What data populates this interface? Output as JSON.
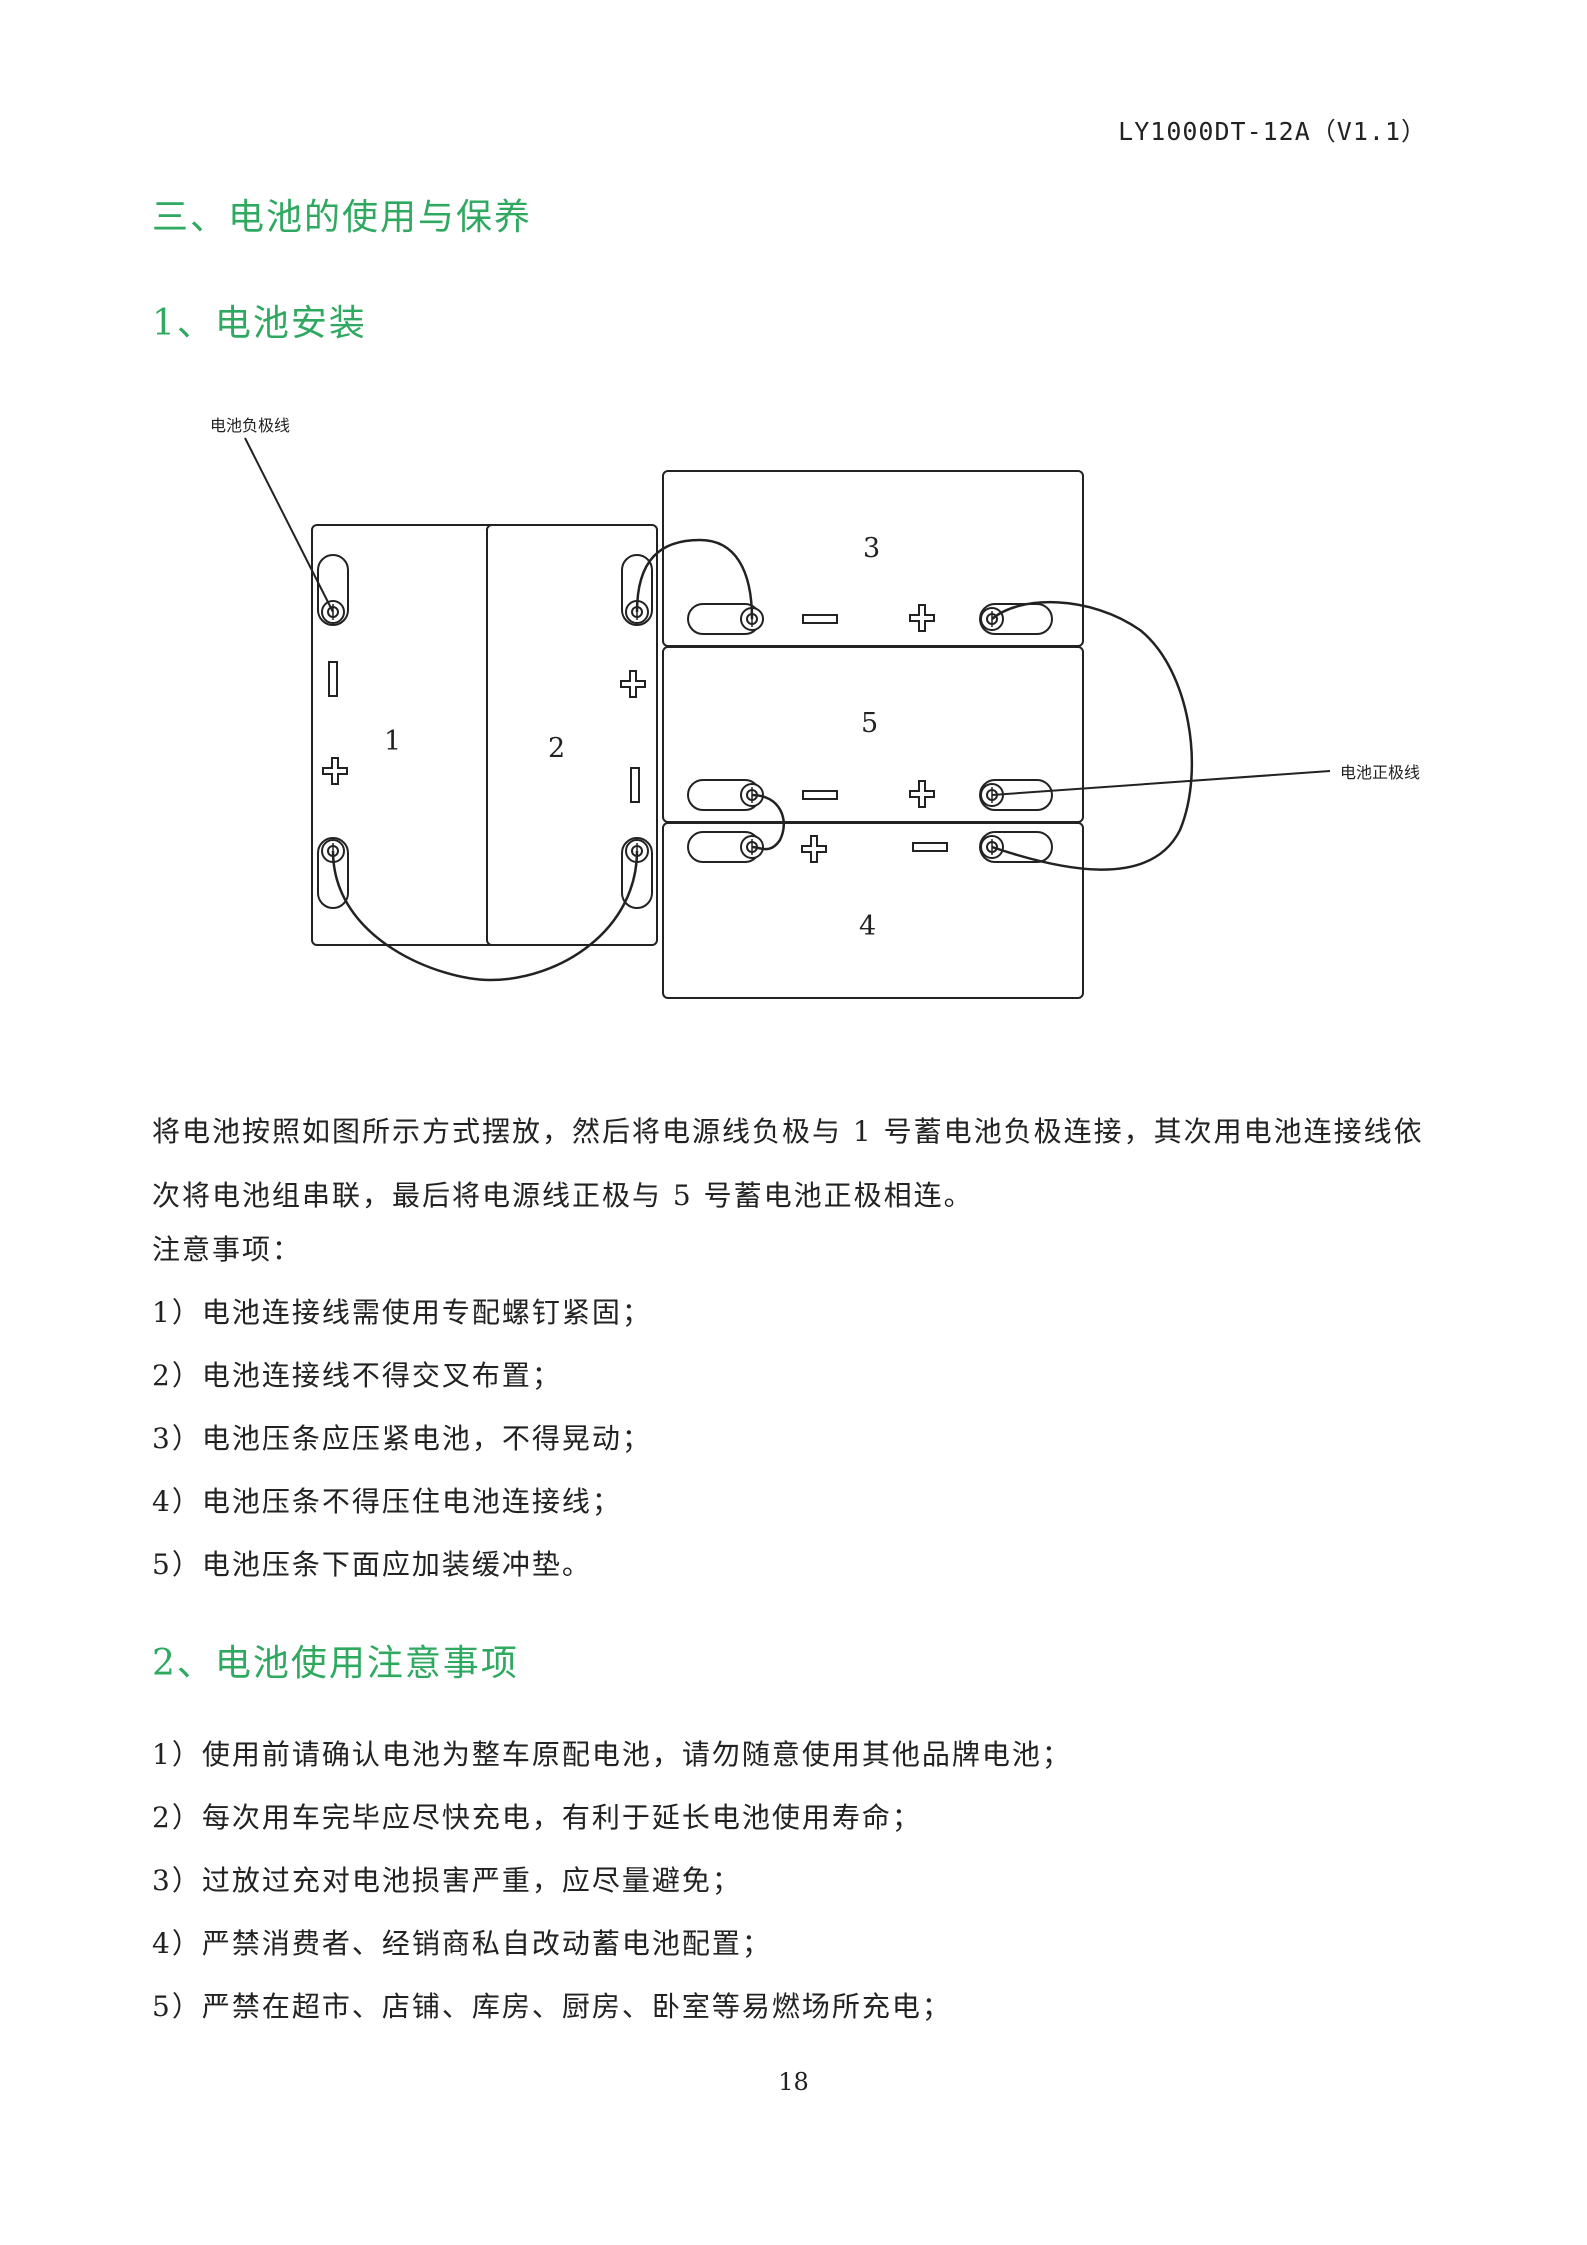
{
  "header": {
    "doc_code": "LY1000DT-12A（V1.1）"
  },
  "section": {
    "title": "三、电池的使用与保养"
  },
  "sub1": {
    "title": "1、电池安装",
    "diagram": {
      "negative_lead_label": "电池负极线",
      "positive_lead_label": "电池正极线",
      "battery_labels": [
        "1",
        "2",
        "3",
        "5",
        "4"
      ],
      "plus": "+",
      "minus": "−"
    },
    "paragraph": "将电池按照如图所示方式摆放，然后将电源线负极与 1 号蓄电池负极连接，其次用电池连接线依次将电池组串联，最后将电源线正极与 5 号蓄电池正极相连。",
    "notes_title": "注意事项：",
    "notes": [
      "1）电池连接线需使用专配螺钉紧固；",
      "2）电池连接线不得交叉布置；",
      "3）电池压条应压紧电池，不得晃动；",
      "4）电池压条不得压住电池连接线；",
      "5）电池压条下面应加装缓冲垫。"
    ]
  },
  "sub2": {
    "title": "2、电池使用注意事项",
    "items": [
      "1）使用前请确认电池为整车原配电池，请勿随意使用其他品牌电池；",
      "2）每次用车完毕应尽快充电，有利于延长电池使用寿命；",
      "3）过放过充对电池损害严重，应尽量避免；",
      "4）严禁消费者、经销商私自改动蓄电池配置；",
      "5）严禁在超市、店铺、库房、厨房、卧室等易燃场所充电；"
    ]
  },
  "footer": {
    "page_number": "18"
  }
}
